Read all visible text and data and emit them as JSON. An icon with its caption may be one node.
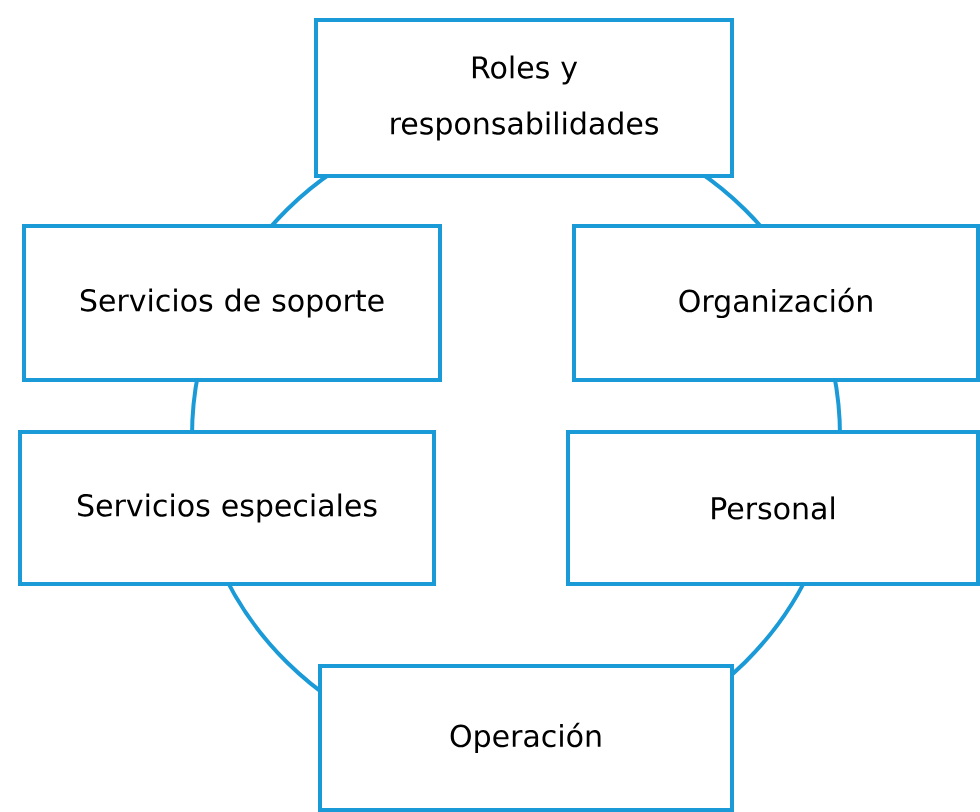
{
  "diagram": {
    "nodes": [
      {
        "text": [
          "Roles y responsabilidades"
        ]
      },
      {
        "text": [
          "Servicios de soporte"
        ]
      },
      {
        "text": [
          "Organización"
        ]
      },
      {
        "text": [
          "Servicios especiales"
        ]
      },
      {
        "text": [
          "Personal"
        ]
      },
      {
        "text": [
          "Operación"
        ]
      }
    ]
  }
}
